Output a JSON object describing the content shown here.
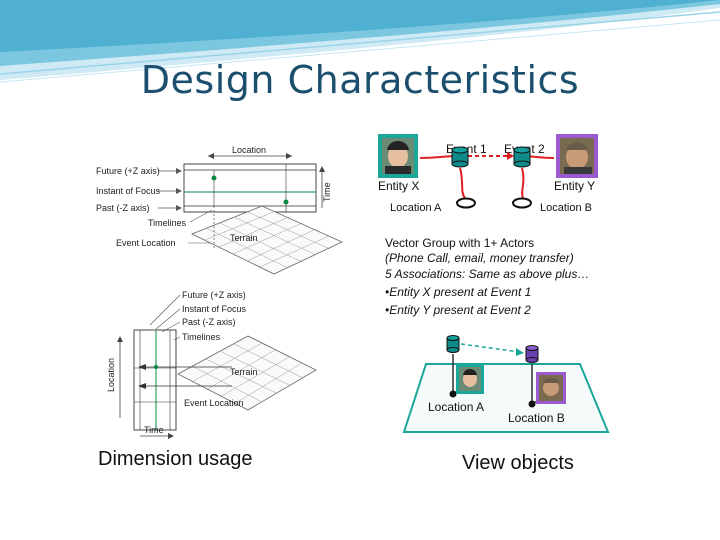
{
  "slide": {
    "title": "Design Characteristics",
    "caption_left": "Dimension usage",
    "caption_right": "View objects"
  },
  "top_diagram": {
    "location": "Location",
    "future": "Future (+Z axis)",
    "instant": "Instant of Focus",
    "past": "Past (-Z axis)",
    "timelines": "Timelines",
    "event_location": "Event Location",
    "terrain": "Terrain",
    "time": "Time"
  },
  "bottom_diagram": {
    "future": "Future (+Z axis)",
    "instant": "Instant of Focus",
    "past": "Past (-Z axis)",
    "timelines": "Timelines",
    "terrain": "Terrain",
    "event_location": "Event Location",
    "location": "Location",
    "time": "Time"
  },
  "entity_diagram": {
    "event1": "Event 1",
    "event2": "Event 2",
    "entity_x": "Entity X",
    "entity_y": "Entity Y",
    "location_a": "Location A",
    "location_b": "Location B"
  },
  "vector_text": {
    "line1": "Vector Group with 1+ Actors",
    "line2": "(Phone Call, email, money transfer)",
    "line3": "5 Associations: Same as above plus…",
    "line4": "•Entity X present at Event 1",
    "line5": "•Entity Y present at Event 2"
  },
  "view_diagram": {
    "location_a": "Location A",
    "location_b": "Location B"
  },
  "colors": {
    "wave": "#5fb8d6",
    "title": "#1c4f6e",
    "teal": "#1aa79a",
    "purple": "#9b59d0",
    "red": "#e02020",
    "dark_teal_cylinder": "#0e8a8a",
    "purple_cylinder": "#6a3fb0"
  }
}
